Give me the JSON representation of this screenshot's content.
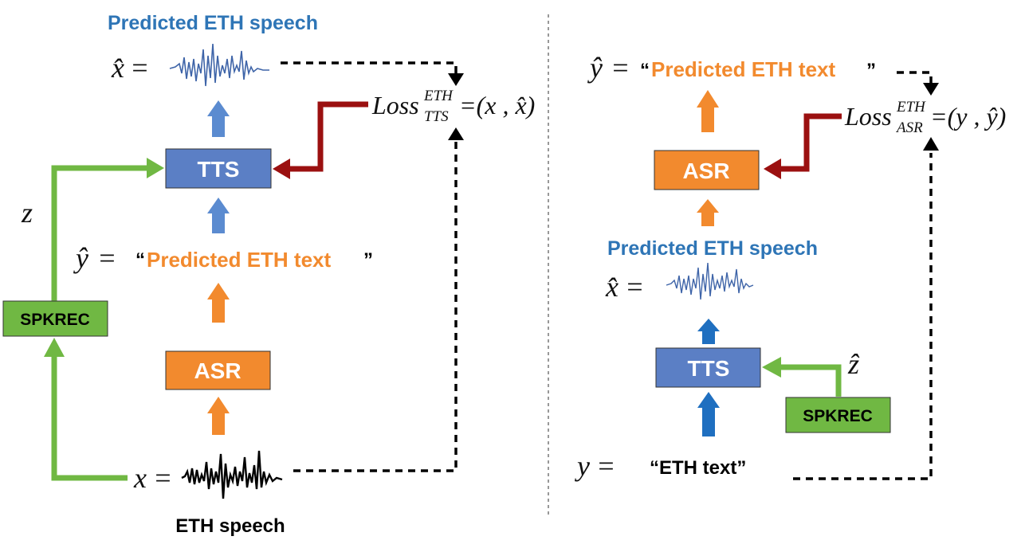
{
  "left": {
    "title_top": "Predicted ETH speech",
    "x_hat": "x̂",
    "equals": "=",
    "loss_main": "Loss",
    "loss_sup": "ETH",
    "loss_sub": "TTS",
    "loss_args": "=(x , x̂)",
    "tts_label": "TTS",
    "z_label": "z",
    "y_hat": "ŷ",
    "open_quote": "“",
    "predicted_text": "Predicted ETH text",
    "close_quote": "”",
    "spkrec_label": "SPKREC",
    "asr_label": "ASR",
    "x_var": "x",
    "bottom_title": "ETH speech"
  },
  "right": {
    "y_hat": "ŷ",
    "equals": "=",
    "open_quote": "“",
    "predicted_text": "Predicted ETH text",
    "close_quote": "”",
    "loss_main": "Loss",
    "loss_sup": "ETH",
    "loss_sub": "ASR",
    "loss_args": "=(y , ŷ)",
    "asr_label": "ASR",
    "speech_title": "Predicted ETH speech",
    "x_hat": "x̂",
    "tts_label": "TTS",
    "z_hat": "ẑ",
    "spkrec_label": "SPKREC",
    "y_var": "y",
    "eth_text": "“ETH text”"
  },
  "colors": {
    "blue_box": "#5b7fc5",
    "blue_arrow": "#5b8bd0",
    "orange": "#f28a2e",
    "green": "#70b843",
    "dark_red": "#9b1010",
    "title_blue": "#2e75b6"
  }
}
